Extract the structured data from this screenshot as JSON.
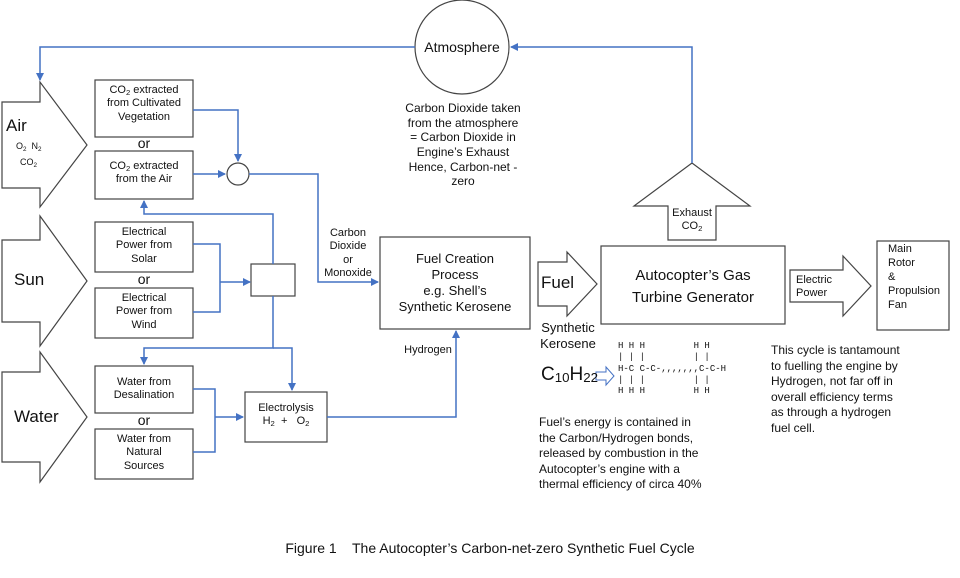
{
  "inputs": {
    "air": {
      "title": "Air",
      "gases_a": "O",
      "gases_a_sub": "2",
      "gases_b": "N",
      "gases_b_sub": "2",
      "co2": "CO",
      "co2_sub": "2"
    },
    "sun": {
      "title": "Sun"
    },
    "water": {
      "title": "Water"
    }
  },
  "co2_sources": {
    "veg_pre": "CO",
    "veg_sub": "2",
    "veg_post": " extracted",
    "veg_line2": "from Cultivated",
    "veg_line3": "Vegetation",
    "or": "or",
    "air_pre": "CO",
    "air_sub": "2",
    "air_post": " extracted",
    "air_line2": "from the Air"
  },
  "power_sources": {
    "solar_1": "Electrical",
    "solar_2": "Power from",
    "solar_3": "Solar",
    "or": "or",
    "wind_1": "Electrical",
    "wind_2": "Power from",
    "wind_3": "Wind"
  },
  "water_sources": {
    "desal_1": "Water from",
    "desal_2": "Desalination",
    "or": "or",
    "natural_1": "Water from",
    "natural_2": "Natural",
    "natural_3": "Sources"
  },
  "electrolysis": {
    "title": "Electrolysis",
    "h": "H",
    "h_sub": "2",
    "plus": "+",
    "o": "O",
    "o_sub": "2"
  },
  "flow_labels": {
    "carbon_1": "Carbon",
    "carbon_2": "Dioxide",
    "carbon_3": "or",
    "carbon_4": "Monoxide",
    "hydrogen": "Hydrogen"
  },
  "fuel_creation": {
    "line1": "Fuel Creation",
    "line2": "Process",
    "line3": "e.g. Shell’s",
    "line4": "Synthetic Kerosene"
  },
  "atmosphere": {
    "title": "Atmosphere",
    "note_1": "Carbon Dioxide taken",
    "note_2": "from the atmosphere",
    "note_3": "= Carbon Dioxide in",
    "note_4": "Engine’s Exhaust",
    "note_5": "Hence, Carbon-net -",
    "note_6": "zero"
  },
  "fuel": {
    "label": "Fuel",
    "synthetic": "Synthetic",
    "kerosene": "Kerosene",
    "formula_c": "C",
    "formula_c_sub": "10",
    "formula_h": "H",
    "formula_h_sub": "22",
    "struct_row1": "H H H         H H",
    "struct_row2": "| | |         | |",
    "struct_row3": "H-C C-C-,,,,,,,C-C-H",
    "struct_row4": "| | |         | |",
    "struct_row5": "H H H         H H",
    "energy_1": "Fuel’s energy is contained in",
    "energy_2": "the Carbon/Hydrogen bonds,",
    "energy_3": "released by combustion in the",
    "energy_4": "Autocopter’s engine with a",
    "energy_5": "thermal efficiency of circa 40%"
  },
  "generator": {
    "line1": "Autocopter’s Gas",
    "line2": "Turbine Generator"
  },
  "exhaust": {
    "label": "Exhaust",
    "co2": "CO",
    "co2_sub": "2"
  },
  "electric_power": {
    "line1": "Electric",
    "line2": "Power"
  },
  "rotor": {
    "line1": "Main",
    "line2": "Rotor",
    "line3": "&",
    "line4": "Propulsion",
    "line5": "Fan"
  },
  "cycle_note": {
    "line1": "This cycle is tantamount",
    "line2": "to fuelling the engine by",
    "line3": "Hydrogen, not far off in",
    "line4": "overall efficiency terms",
    "line5": "as through a hydrogen",
    "line6": "fuel cell."
  },
  "caption": "Figure 1    The Autocopter’s Carbon-net-zero Synthetic Fuel Cycle",
  "colors": {
    "line": "#4472c4",
    "box": "#4a4a4a",
    "text": "#111111"
  }
}
